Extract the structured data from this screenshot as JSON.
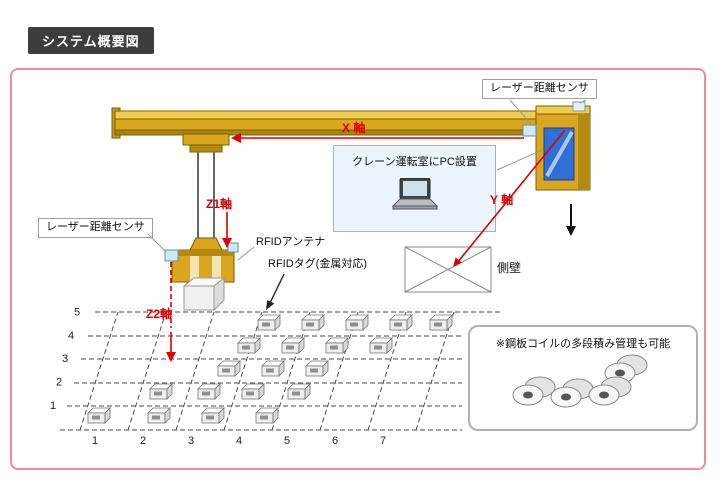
{
  "page": {
    "title": "システム概要図"
  },
  "labels": {
    "laser_sensor_top": "レーザー距離センサ",
    "laser_sensor_left": "レーザー距離センサ",
    "pc_box": "クレーン運転室にPC設置",
    "rfid_antenna": "RFIDアンテナ",
    "rfid_tag": "RFIDタグ(金属対応)",
    "side_wall": "側壁",
    "coil_note": "※鋼板コイルの多段積み管理も可能"
  },
  "axes": {
    "x": "X 軸",
    "y": "Y 軸",
    "z1": "Z1軸",
    "z2": "Z2軸"
  },
  "grid": {
    "columns": [
      "1",
      "2",
      "3",
      "4",
      "5",
      "6",
      "7"
    ],
    "rows": [
      "1",
      "2",
      "3",
      "4",
      "5"
    ]
  },
  "tags": {
    "positions": [
      [
        258,
        315
      ],
      [
        302,
        315
      ],
      [
        346,
        315
      ],
      [
        390,
        315
      ],
      [
        430,
        315
      ],
      [
        238,
        338
      ],
      [
        282,
        338
      ],
      [
        326,
        338
      ],
      [
        370,
        338
      ],
      [
        218,
        361
      ],
      [
        262,
        361
      ],
      [
        306,
        361
      ],
      [
        150,
        384
      ],
      [
        198,
        384
      ],
      [
        242,
        384
      ],
      [
        288,
        384
      ],
      [
        88,
        408
      ],
      [
        148,
        408
      ],
      [
        202,
        408
      ],
      [
        256,
        408
      ]
    ]
  },
  "colors": {
    "accent_red": "#dd0000",
    "crane_yellow": "#d9a61d",
    "panel_border": "#f08a9b",
    "badge_bg": "#3d3d3d",
    "sensor_blue": "#cde9f5",
    "pc_box_bg": "#e9f5fb"
  }
}
